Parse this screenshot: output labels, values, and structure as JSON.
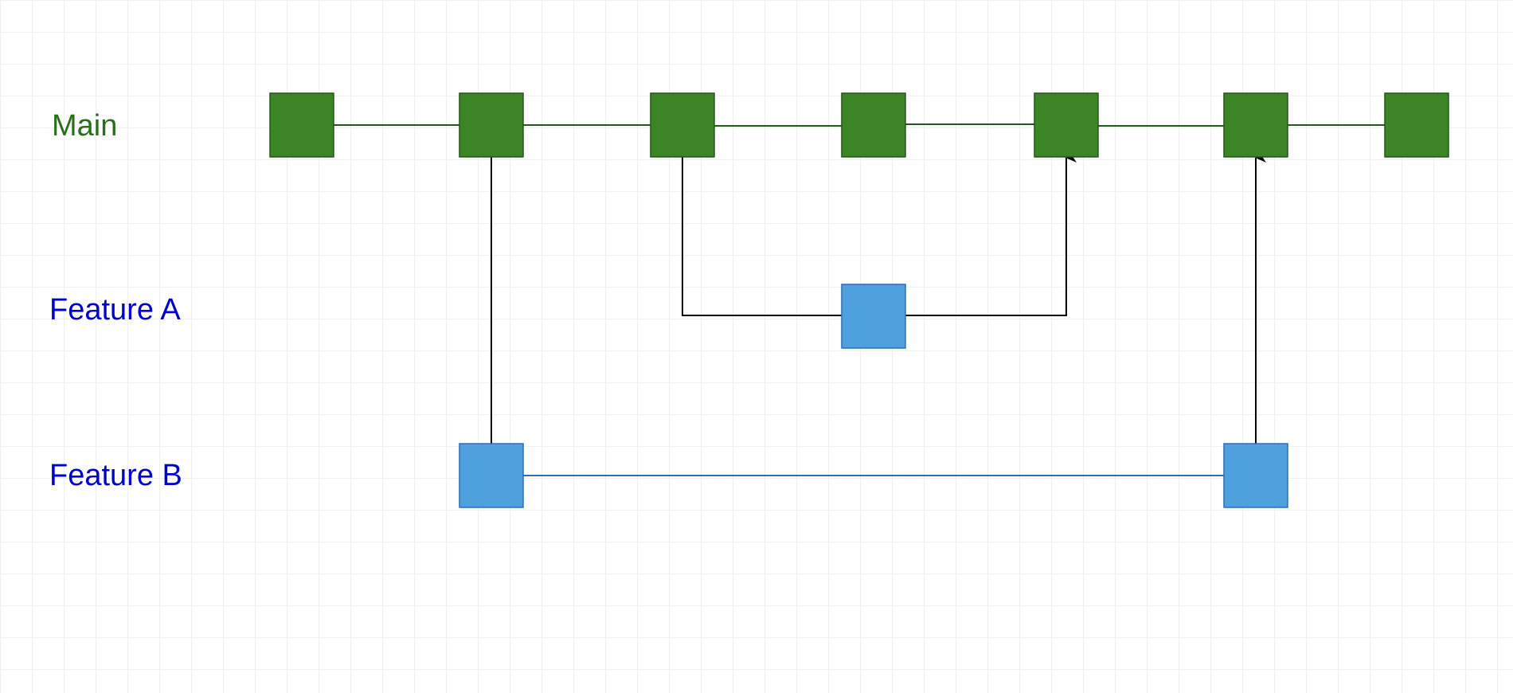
{
  "branches": {
    "main": {
      "label": "Main",
      "color": "#2a6e1c"
    },
    "feature_a": {
      "label": "Feature A",
      "color": "#0000cc"
    },
    "feature_b": {
      "label": "Feature B",
      "color": "#0000cc"
    }
  },
  "colors": {
    "main_commit_fill": "#3b8526",
    "main_commit_stroke": "#24571a",
    "feature_commit_fill": "#4ea1dd",
    "feature_commit_stroke": "#2f6fb0",
    "main_line": "#24571a",
    "feature_line": "#2f6fb0",
    "connector_line": "#000000",
    "grid": "#f0f0f0"
  },
  "commits": {
    "main": 7,
    "feature_a": 1,
    "feature_b": 2
  }
}
